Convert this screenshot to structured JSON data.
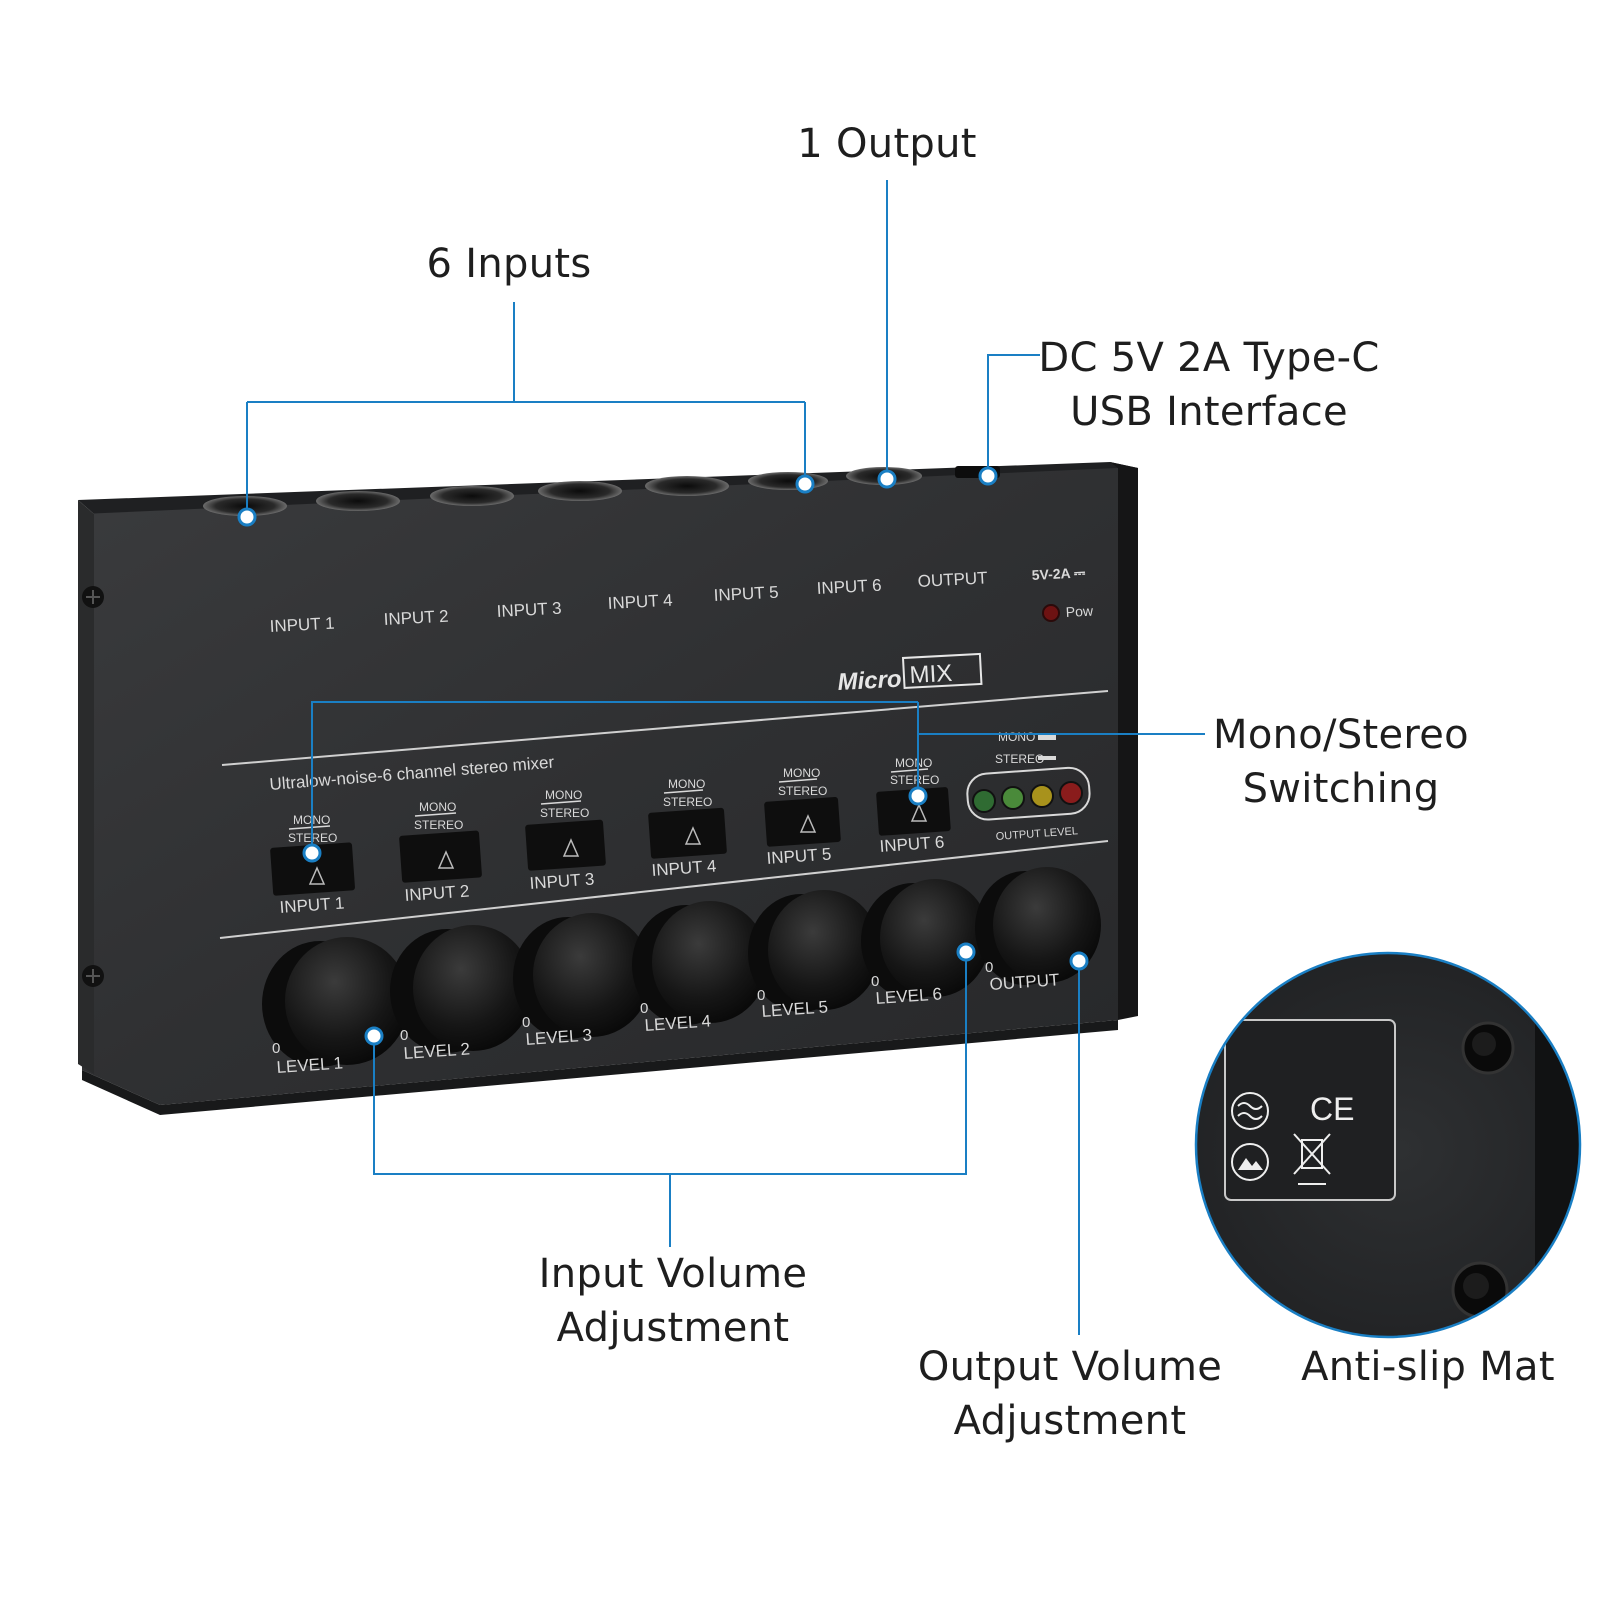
{
  "callouts": {
    "output": "1 Output",
    "inputs": "6 Inputs",
    "usb_line1": "DC 5V 2A Type-C",
    "usb_line2": "USB Interface",
    "mono_stereo_line1": "Mono/Stereo",
    "mono_stereo_line2": "Switching",
    "input_volume_line1": "Input Volume",
    "input_volume_line2": "Adjustment",
    "output_volume_line1": "Output Volume",
    "output_volume_line2": "Adjustment",
    "anti_slip": "Anti-slip Mat"
  },
  "device": {
    "jack_labels": [
      "INPUT 1",
      "INPUT 2",
      "INPUT 3",
      "INPUT 4",
      "INPUT 5",
      "INPUT 6",
      "OUTPUT"
    ],
    "power_rating": "5V-2A ⎓",
    "power_led_label": "Pow",
    "brand_prefix": "Micro",
    "brand_suffix": "MIX",
    "tagline": "Ultralow-noise-6 channel stereo mixer",
    "switch_top": "MONO",
    "switch_bottom": "STEREO",
    "switch_labels": [
      "INPUT 1",
      "INPUT 2",
      "INPUT 3",
      "INPUT 4",
      "INPUT 5",
      "INPUT 6"
    ],
    "legend_mono": "MONO",
    "legend_stereo": "STEREO",
    "meter_label": "OUTPUT LEVEL",
    "knob_scale_zero": "0",
    "knob_labels": [
      "LEVEL 1",
      "LEVEL 2",
      "LEVEL 3",
      "LEVEL 4",
      "LEVEL 5",
      "LEVEL 6",
      "OUTPUT"
    ]
  },
  "bottom_panel": {
    "ce_mark": "CE"
  },
  "colors": {
    "accent_blue": "#1a7fc4",
    "device_body": "#2a2b2d",
    "knob": "#141414",
    "led_green": "#4caf50",
    "led_yellow": "#d7c21c",
    "led_red": "#c62828"
  }
}
